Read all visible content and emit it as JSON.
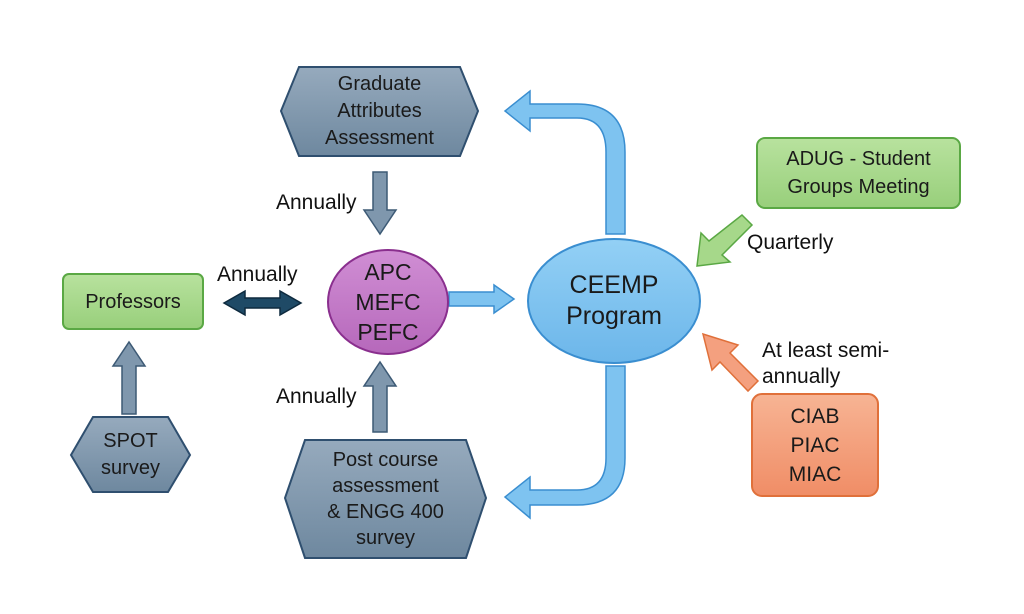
{
  "nodes": {
    "graduate_attributes": {
      "lines": [
        "Graduate",
        "Attributes",
        "Assessment"
      ],
      "fill": "#7f97ad",
      "stroke": "#2f4f6f"
    },
    "committees": {
      "lines": [
        "APC",
        "MEFC",
        "PEFC"
      ],
      "fill": "#c27bc6",
      "stroke": "#8a2f8e"
    },
    "ceemp_program": {
      "lines": [
        "CEEMP",
        "Program"
      ],
      "fill": "#7ec3f0",
      "stroke": "#3a8ed0"
    },
    "professors": {
      "lines": [
        "Professors"
      ],
      "fill": "#a6d88a",
      "stroke": "#5aa844"
    },
    "spot_survey": {
      "lines": [
        "SPOT",
        "survey"
      ],
      "fill": "#7f97ad",
      "stroke": "#2f4f6f"
    },
    "post_course": {
      "lines": [
        "Post course",
        "assessment",
        "& ENGG 400",
        "survey"
      ],
      "fill": "#7f97ad",
      "stroke": "#2f4f6f"
    },
    "adug_meeting": {
      "lines": [
        "ADUG - Student",
        "Groups Meeting"
      ],
      "fill": "#a6d88a",
      "stroke": "#5aa844"
    },
    "advisory_boards": {
      "lines": [
        "CIAB",
        "PIAC",
        "MIAC"
      ],
      "fill": "#f4a07f",
      "stroke": "#e0703a"
    }
  },
  "edge_labels": {
    "graduate_to_committees": "Annually",
    "professors_committees": "Annually",
    "post_course_to_committees": "Annually",
    "adug_to_program": "Quarterly",
    "advisory_to_program": [
      "At least semi-",
      "annually"
    ]
  }
}
